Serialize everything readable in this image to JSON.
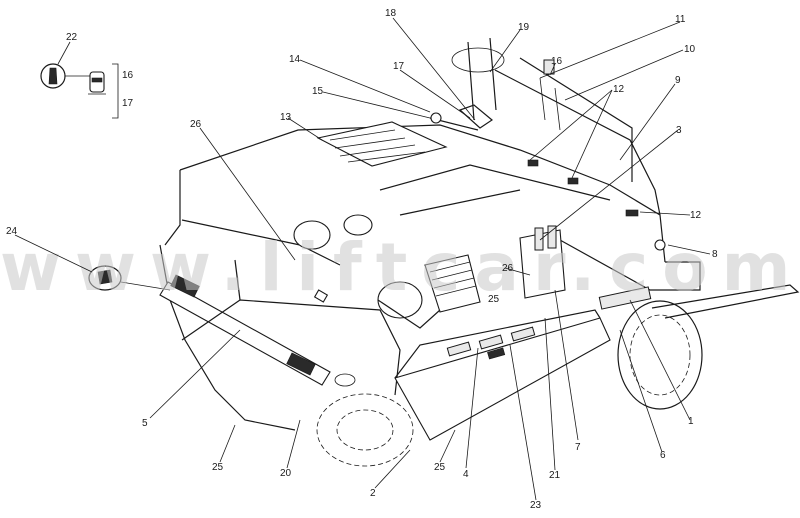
{
  "watermark": "www.liftcar.com.ua",
  "callouts": [
    {
      "id": "c1",
      "text": "1"
    },
    {
      "id": "c2",
      "text": "2"
    },
    {
      "id": "c3",
      "text": "3"
    },
    {
      "id": "c4",
      "text": "4"
    },
    {
      "id": "c5",
      "text": "5"
    },
    {
      "id": "c6",
      "text": "6"
    },
    {
      "id": "c7",
      "text": "7"
    },
    {
      "id": "c8",
      "text": "8"
    },
    {
      "id": "c9",
      "text": "9"
    },
    {
      "id": "c10",
      "text": "10"
    },
    {
      "id": "c11",
      "text": "11"
    },
    {
      "id": "c12a",
      "text": "12"
    },
    {
      "id": "c12b",
      "text": "12"
    },
    {
      "id": "c13",
      "text": "13"
    },
    {
      "id": "c14",
      "text": "14"
    },
    {
      "id": "c15",
      "text": "15"
    },
    {
      "id": "c16a",
      "text": "16"
    },
    {
      "id": "c16b",
      "text": "16"
    },
    {
      "id": "c17a",
      "text": "17"
    },
    {
      "id": "c17b",
      "text": "17"
    },
    {
      "id": "c18",
      "text": "18"
    },
    {
      "id": "c19",
      "text": "19"
    },
    {
      "id": "c20",
      "text": "20"
    },
    {
      "id": "c21",
      "text": "21"
    },
    {
      "id": "c22",
      "text": "22"
    },
    {
      "id": "c23",
      "text": "23"
    },
    {
      "id": "c24",
      "text": "24"
    },
    {
      "id": "c25a",
      "text": "25"
    },
    {
      "id": "c25b",
      "text": "25"
    },
    {
      "id": "c25c",
      "text": "25"
    },
    {
      "id": "c26a",
      "text": "26"
    },
    {
      "id": "c26b",
      "text": "26"
    }
  ]
}
